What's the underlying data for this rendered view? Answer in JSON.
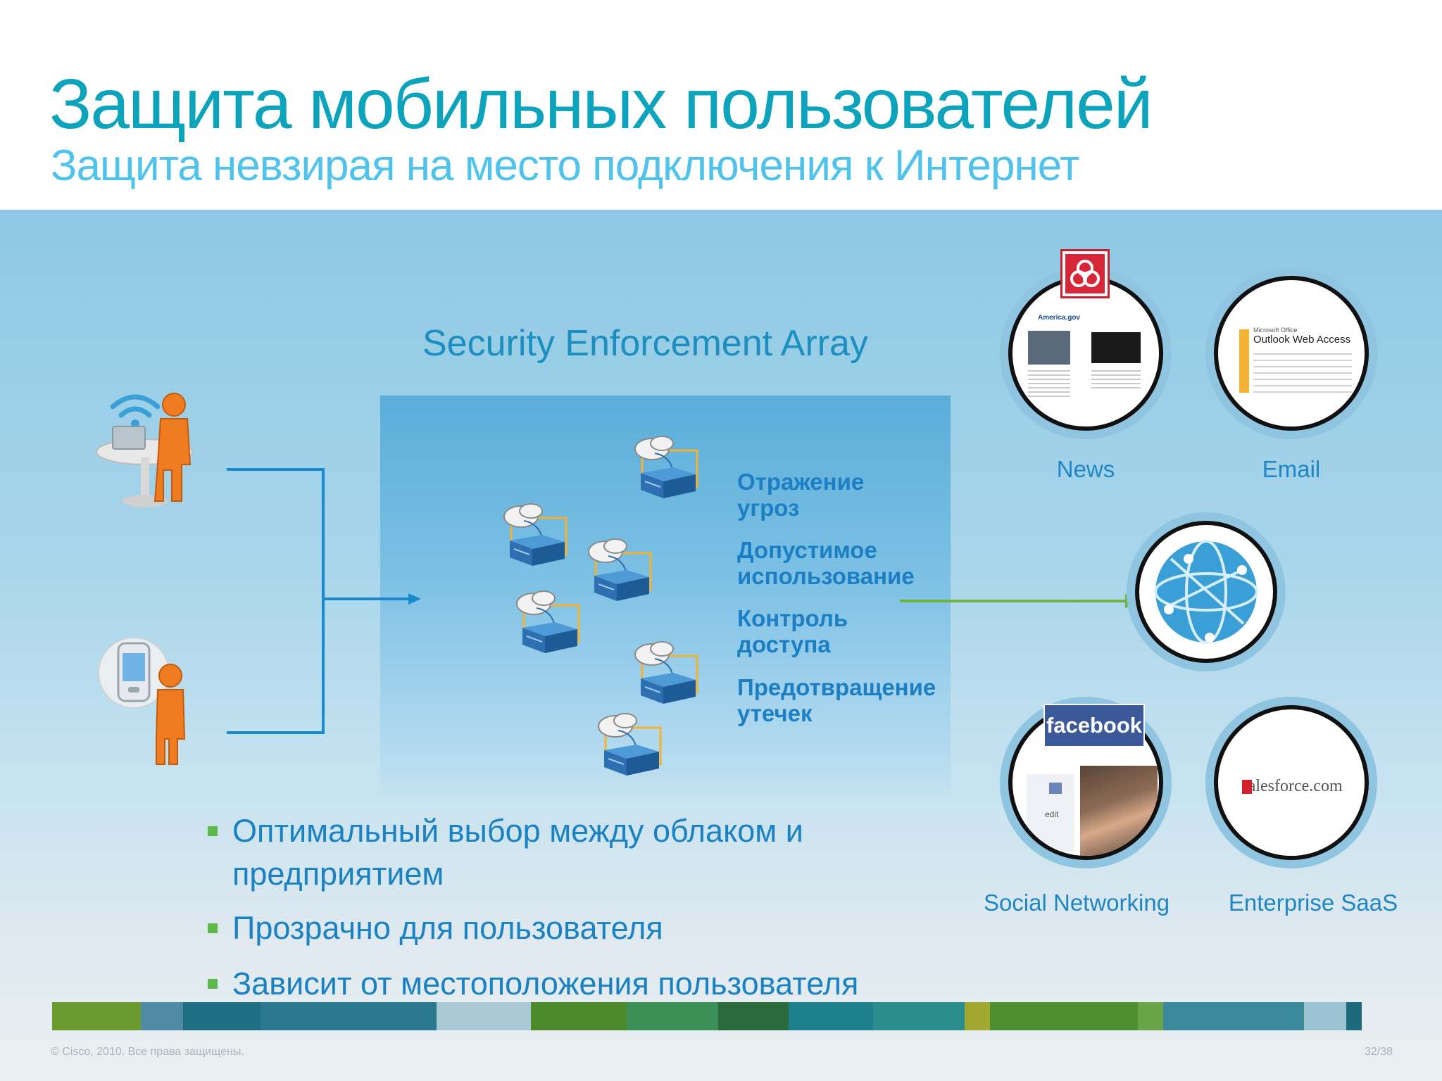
{
  "slide": {
    "title": "Защита мобильных пользователей",
    "subtitle": "Защита невзирая на место подключения к Интернет"
  },
  "diagram": {
    "array_title": "Security Enforcement Array",
    "functions": [
      {
        "line1": "Отражение",
        "line2": "угроз"
      },
      {
        "line1": "Допустимое",
        "line2": "использование"
      },
      {
        "line1": "Контроль",
        "line2": "доступа"
      },
      {
        "line1": "Предотвращение",
        "line2": "утечек"
      }
    ],
    "destinations": {
      "news": "News",
      "email": "Email",
      "social": "Social Networking",
      "saas": "Enterprise SaaS"
    },
    "thumbnails": {
      "news_site": "America.gov",
      "outlook_brand": "Microsoft Office",
      "outlook_title": "Outlook Web Access",
      "facebook": "facebook",
      "facebook_edit": "edit",
      "salesforce": "salesforce.com"
    }
  },
  "bullets": [
    {
      "line1": "Оптимальный выбор между облаком и",
      "line2": "предприятием"
    },
    {
      "line1": "Прозрачно для пользователя"
    },
    {
      "line1": "Зависит от местоположения пользователя"
    }
  ],
  "footer": {
    "copyright": "© Cisco, 2010. Все права защищены.",
    "page": "32/38"
  },
  "colors": {
    "title": "#0ca3bd",
    "subtitle": "#4fc3ec",
    "accent_blue": "#1c7fc4",
    "bullet_square": "#5cb848",
    "person_orange": "#f07c22",
    "connector_blue": "#1a8ad0",
    "connector_green": "#6cb33f"
  },
  "icons": [
    "laptop-user-icon",
    "mobile-user-icon",
    "security-appliance-icon",
    "globe-icon",
    "biohazard-icon"
  ]
}
